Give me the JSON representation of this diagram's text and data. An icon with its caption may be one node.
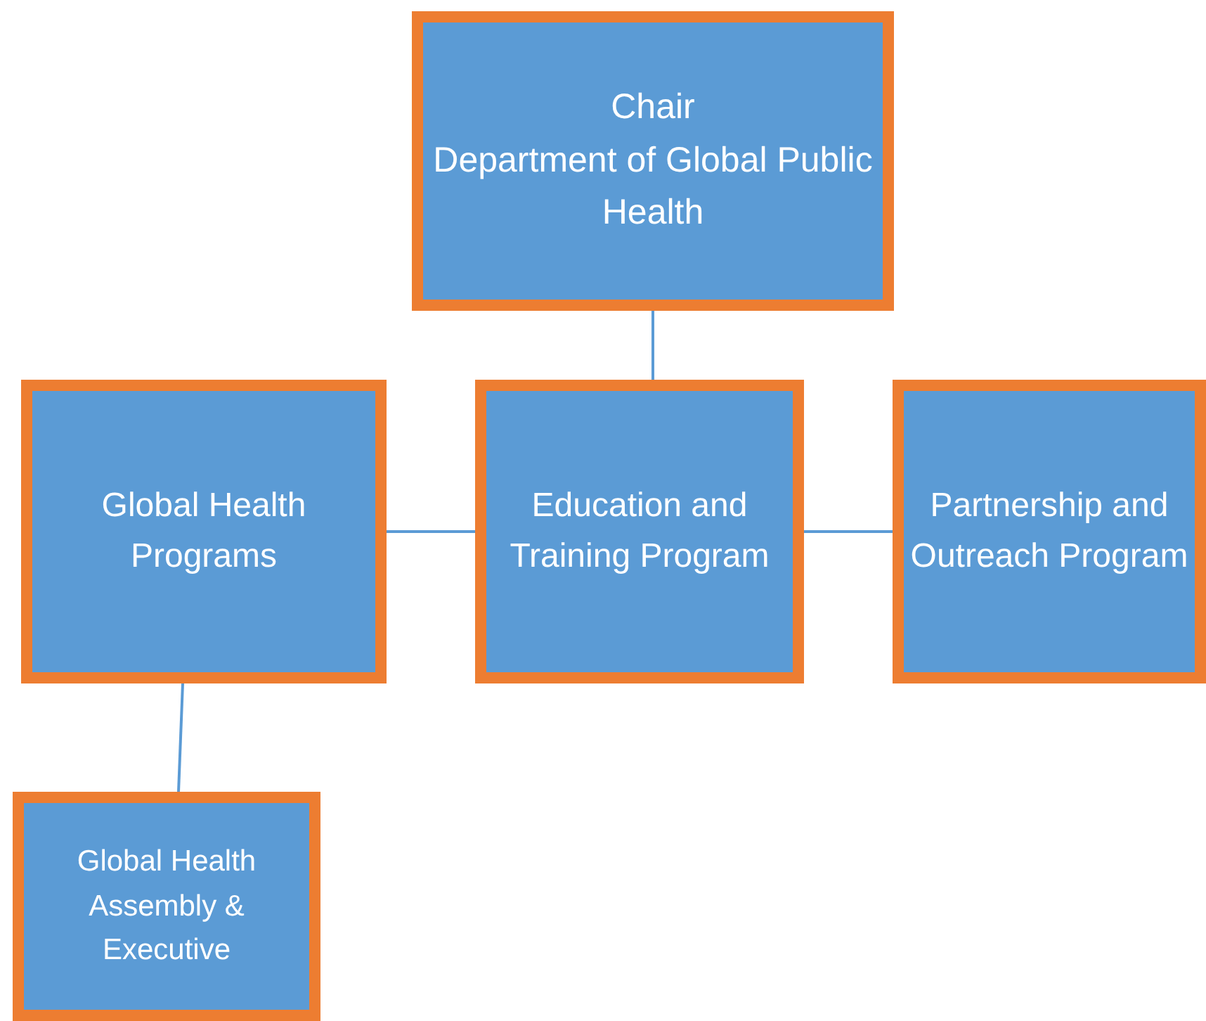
{
  "diagram": {
    "nodes": [
      {
        "text": [
          "Chair",
          "Department of Global Public Health"
        ]
      },
      {
        "text": [
          "Global Health Programs"
        ]
      },
      {
        "text": [
          "Education and Training Program"
        ]
      },
      {
        "text": [
          "Partnership and Outreach Program"
        ]
      },
      {
        "text": [
          "Global Health Assembly & Executive"
        ]
      }
    ],
    "edges": [
      {
        "from": 0,
        "to": 2,
        "arrow": "none"
      },
      {
        "from": 1,
        "to": 2,
        "arrow": "none"
      },
      {
        "from": 2,
        "to": 3,
        "arrow": "none"
      },
      {
        "from": 1,
        "to": 4,
        "arrow": "none"
      }
    ]
  }
}
